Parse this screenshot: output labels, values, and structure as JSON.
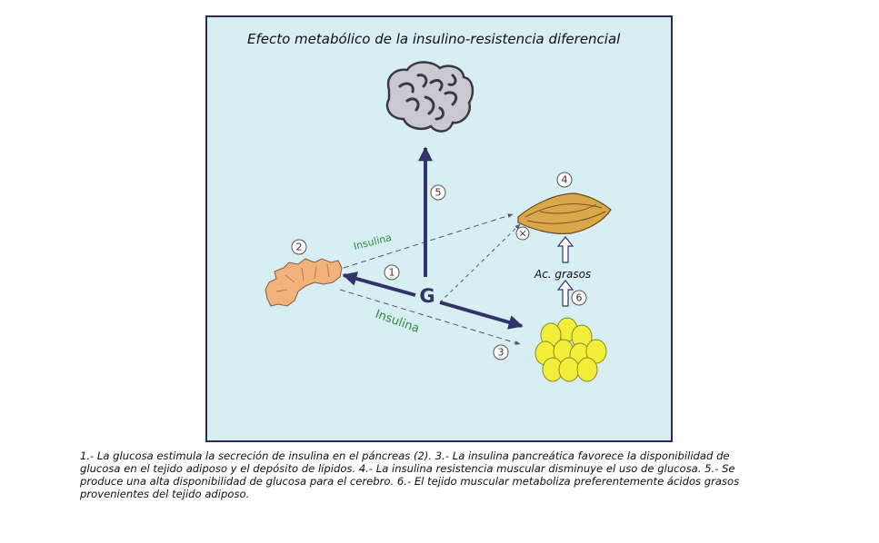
{
  "diagram": {
    "title": "Efecto metabólico de la insulino-resistencia diferencial",
    "center_label": "G",
    "insulin_label_top": "Insulina",
    "insulin_label_bottom": "Insulina",
    "fatty_acids_label": "Ac. grasos",
    "block_mark": "×",
    "numbers": {
      "n1": "1",
      "n2": "2",
      "n3": "3",
      "n4": "4",
      "n5": "5",
      "n6": "6"
    },
    "colors": {
      "panel_bg": "#d7eef2",
      "arrow": "#33336b",
      "insulin_text": "#2f8a3a",
      "pancreas": "#f2b27c",
      "fat_cells": "#f2ee3a",
      "muscle": "#d9a64a"
    }
  },
  "caption": {
    "lines": [
      "1.- La glucosa estimula la secreción de insulina en el páncreas (2). 3.- La insulina pancreática favorece la disponibilidad de",
      "glucosa en el tejido adiposo y el depósito de lípidos. 4.- La insulina resistencia muscular disminuye el uso de glucosa. 5.- Se",
      "produce una alta disponibilidad de glucosa para el cerebro. 6.- El tejido muscular metaboliza preferentemente ácidos grasos",
      "provenientes del tejido adiposo."
    ]
  }
}
